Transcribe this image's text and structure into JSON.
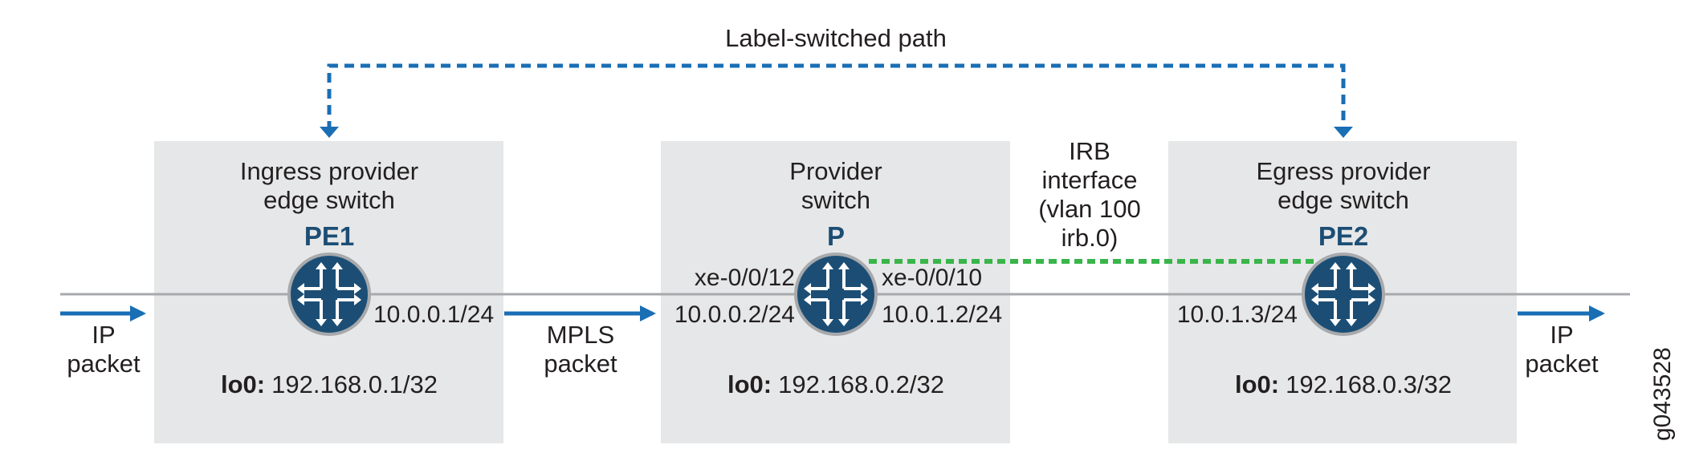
{
  "lsp_label": "Label-switched path",
  "irb": {
    "line1": "IRB",
    "line2": "interface",
    "line3": "(vlan 100",
    "line4": "irb.0)"
  },
  "left_packet": {
    "line1": "IP",
    "line2": "packet"
  },
  "right_packet": {
    "line1": "IP",
    "line2": "packet"
  },
  "mpls_packet": {
    "line1": "MPLS",
    "line2": "packet"
  },
  "pe1": {
    "title_line1": "Ingress provider",
    "title_line2": "edge switch",
    "name": "PE1",
    "iface_addr": "10.0.0.1/24",
    "lo_prefix": "lo0:",
    "lo_addr": "192.168.0.1/32"
  },
  "p": {
    "title_line1": "Provider",
    "title_line2": "switch",
    "name": "P",
    "left_iface": "xe-0/0/12",
    "left_addr": "10.0.0.2/24",
    "right_iface": "xe-0/0/10",
    "right_addr": "10.0.1.2/24",
    "lo_prefix": "lo0:",
    "lo_addr": "192.168.0.2/32"
  },
  "pe2": {
    "title_line1": "Egress provider",
    "title_line2": "edge switch",
    "name": "PE2",
    "iface_addr": "10.0.1.3/24",
    "lo_prefix": "lo0:",
    "lo_addr": "192.168.0.3/32"
  },
  "figure_id": "g043528"
}
